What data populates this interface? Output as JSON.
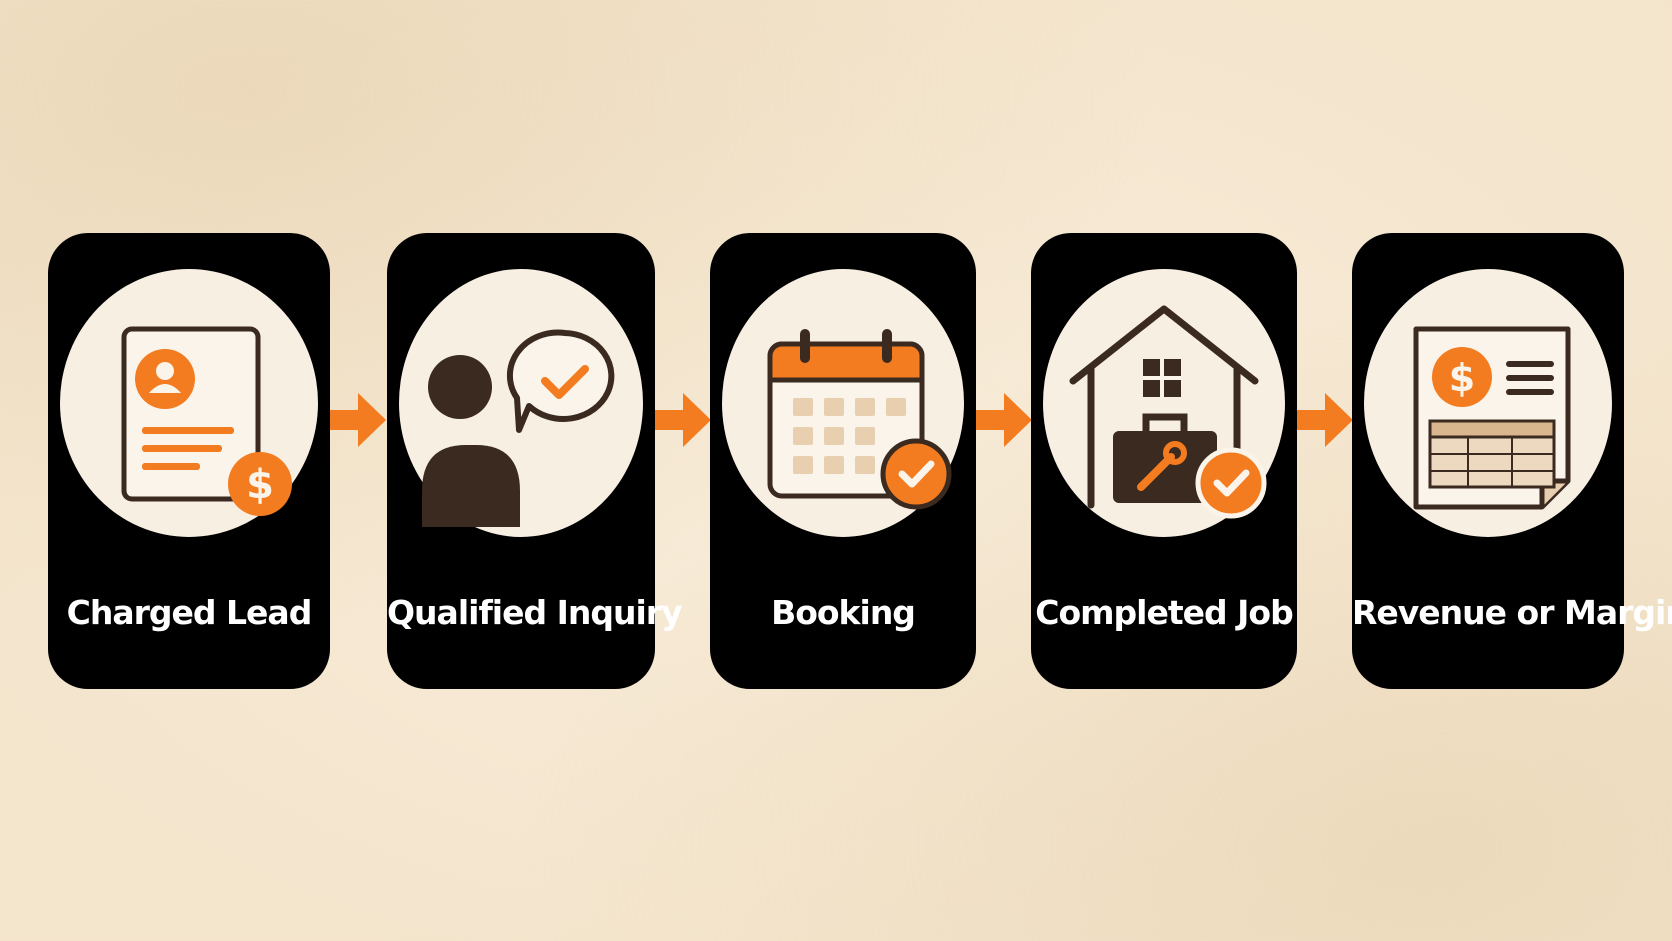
{
  "steps": [
    {
      "label": "Charged Lead",
      "icon": "lead-document-dollar-icon"
    },
    {
      "label": "Qualified Inquiry",
      "icon": "person-chat-check-icon"
    },
    {
      "label": "Booking",
      "icon": "calendar-check-icon"
    },
    {
      "label": "Completed Job",
      "icon": "house-toolbox-check-icon"
    },
    {
      "label": "Revenue or Margin",
      "icon": "invoice-dollar-icon"
    }
  ],
  "colors": {
    "accent": "#f47c20",
    "dark": "#3b2a20",
    "card": "#000000",
    "oval": "#f8efe3",
    "background": "#f6e9d4"
  }
}
